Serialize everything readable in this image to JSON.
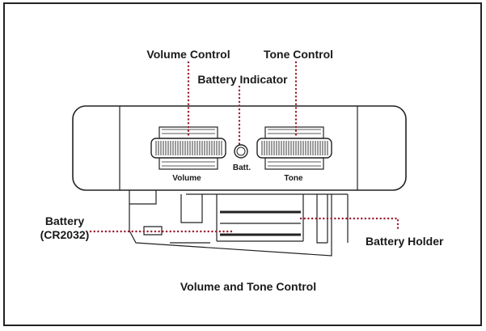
{
  "callouts": {
    "volume_control": "Volume Control",
    "tone_control": "Tone Control",
    "battery_indicator": "Battery Indicator",
    "battery_line1": "Battery",
    "battery_line2": "(CR2032)",
    "battery_holder": "Battery Holder"
  },
  "panel_labels": {
    "volume": "Volume",
    "batt": "Batt.",
    "tone": "Tone"
  },
  "caption": "Volume and Tone Control",
  "colors": {
    "leader": "#9b1b30",
    "outline": "#222222",
    "frame": "#222222"
  }
}
